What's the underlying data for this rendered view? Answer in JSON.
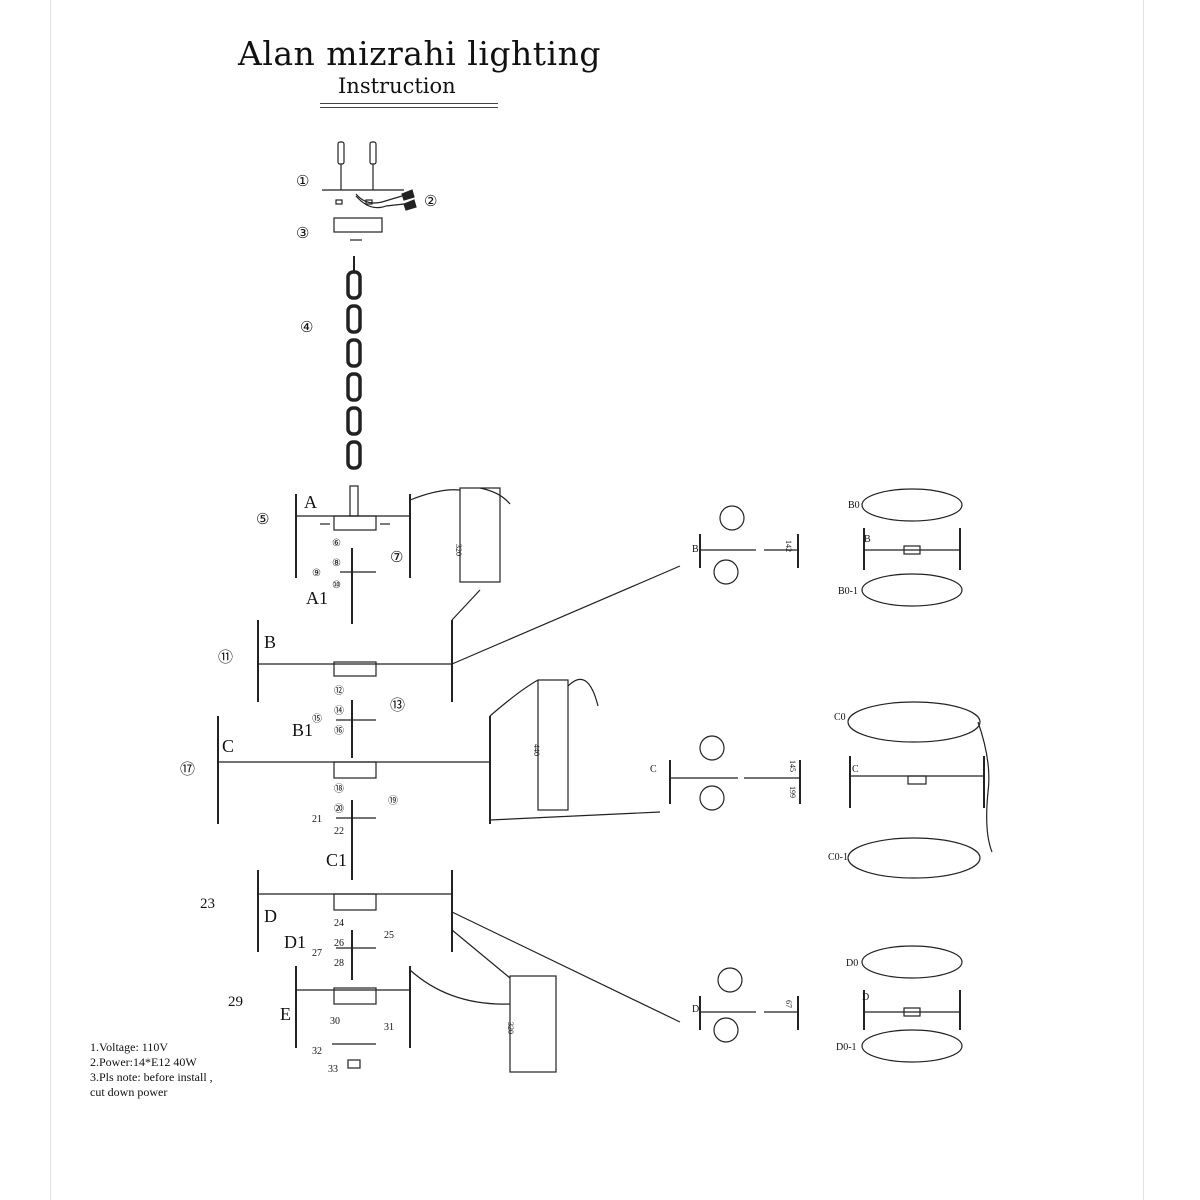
{
  "header": {
    "title": "Alan mizrahi lighting",
    "subtitle": "Instruction"
  },
  "notes": [
    "1.Voltage: 110V",
    "2.Power:14*E12  40W",
    "3.Pls note:  before install ,",
    " cut down power"
  ],
  "callouts": {
    "c1": "①",
    "c2": "②",
    "c3": "③",
    "c4": "④",
    "c5": "⑤",
    "c6": "⑥",
    "c7": "⑦",
    "c8": "⑧",
    "c9": "⑨",
    "c10": "⑩",
    "c11": "⑪",
    "c12": "⑫",
    "c13": "⑬",
    "c14": "⑭",
    "c15": "⑮",
    "c16": "⑯",
    "c17": "⑰",
    "c18": "⑱",
    "c19": "⑲",
    "c20": "⑳",
    "c21": "21",
    "c22": "22",
    "c23": "23",
    "c24": "24",
    "c25": "25",
    "c26": "26",
    "c27": "27",
    "c28": "28",
    "c29": "29",
    "c30": "30",
    "c31": "31",
    "c32": "32",
    "c33": "33"
  },
  "tiers": {
    "A": "A",
    "A1": "A1",
    "B": "B",
    "B1": "B1",
    "C": "C",
    "C1": "C1",
    "D": "D",
    "D1": "D1",
    "E": "E"
  },
  "dimensions": {
    "a_shade": "320",
    "c_shade": "440",
    "e_shade": "320",
    "b_detail": "142",
    "c_detail_top": "145",
    "c_detail_bottom": "199",
    "d_detail": "67"
  },
  "details": {
    "B0": "B0",
    "B0_1": "B0-1",
    "B_bar": "B",
    "C0": "C0",
    "C0_1": "C0-1",
    "C_bar": "C",
    "D0": "D0",
    "D0_1": "D0-1",
    "D_bar": "D",
    "B_side": "B",
    "C_side": "C",
    "D_side": "D"
  },
  "colors": {
    "line": "#222222",
    "accent_red": "#cc2222"
  }
}
